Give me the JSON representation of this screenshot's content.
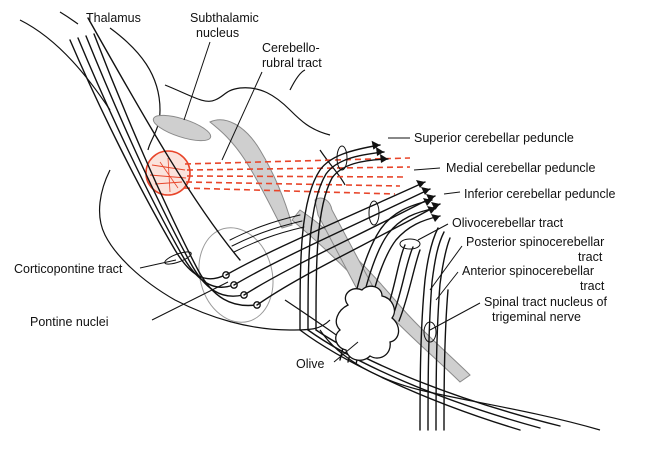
{
  "labels": {
    "thalamus": "Thalamus",
    "subthalamic_1": "Subthalamic",
    "subthalamic_2": "nucleus",
    "cerebellorubral_1": "Cerebello-",
    "cerebellorubral_2": "rubral tract",
    "superior_peduncle": "Superior cerebellar peduncle",
    "medial_peduncle": "Medial cerebellar peduncle",
    "inferior_peduncle": "Inferior cerebellar peduncle",
    "olivocerebellar": "Olivocerebellar tract",
    "posterior_spino_1": "Posterior spinocerebellar",
    "posterior_spino_2": "tract",
    "anterior_spino_1": "Anterior spinocerebellar",
    "anterior_spino_2": "tract",
    "spinal_trigeminal_1": "Spinal tract nucleus of",
    "spinal_trigeminal_2": "trigeminal nerve",
    "corticopontine": "Corticopontine tract",
    "pontine_nuclei": "Pontine nuclei",
    "olive": "Olive"
  },
  "colors": {
    "ink": "#111111",
    "gray_structure": "#cfcfcf",
    "red_nucleus": "#e8452a"
  }
}
